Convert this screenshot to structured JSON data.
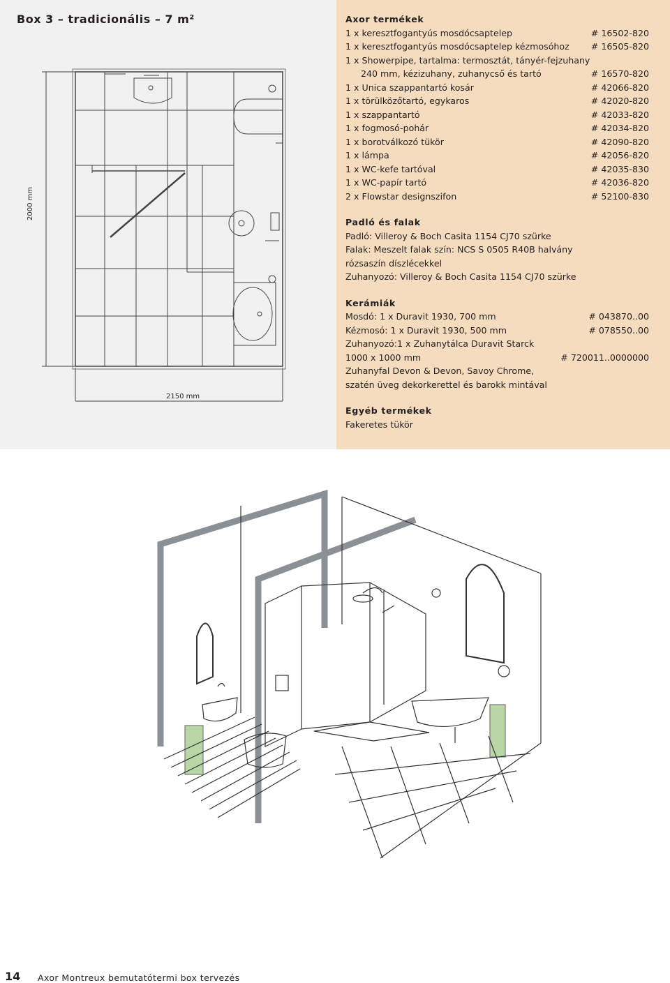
{
  "title": "Box 3 – tradicionális – 7 m²",
  "plan": {
    "height_label": "2000 mm",
    "width_label": "2150 mm"
  },
  "products": {
    "title": "Axor termékek",
    "items": [
      {
        "text": "1 x keresztfogantyús mosdócsaptelep",
        "code": "# 16502-820"
      },
      {
        "text": "1 x keresztfogantyús mosdócsaptelep kézmosóhoz",
        "code": "# 16505-820"
      },
      {
        "text": "1 x Showerpipe, tartalma: termosztát, tányér-fejzuhany",
        "code": ""
      },
      {
        "text": "240 mm, kézizuhany, zuhanycső és tartó",
        "code": "# 16570-820",
        "indent": true
      },
      {
        "text": "1 x Unica szappantartó kosár",
        "code": "# 42066-820"
      },
      {
        "text": "1 x törülközőtartó, egykaros",
        "code": "# 42020-820"
      },
      {
        "text": "1 x szappantartó",
        "code": "# 42033-820"
      },
      {
        "text": "1 x fogmosó-pohár",
        "code": "# 42034-820"
      },
      {
        "text": "1 x borotválkozó tükör",
        "code": "# 42090-820"
      },
      {
        "text": "1 x lámpa",
        "code": "# 42056-820"
      },
      {
        "text": "1 x WC-kefe tartóval",
        "code": "# 42035-830"
      },
      {
        "text": "1 x WC-papír tartó",
        "code": "# 42036-820"
      },
      {
        "text": "2 x Flowstar designszifon",
        "code": "# 52100-830"
      }
    ]
  },
  "floor_walls": {
    "title": "Padló és falak",
    "lines": [
      "Padló: Villeroy & Boch Casita 1154 CJ70 szürke",
      "Falak: Meszelt falak szín: NCS S 0505 R40B halvány",
      "rózsaszín díszlécekkel",
      "Zuhanyozó: Villeroy & Boch Casita 1154 CJ70 szürke"
    ]
  },
  "ceramics": {
    "title": "Kerámiák",
    "items": [
      {
        "text": "Mosdó: 1 x Duravit 1930, 700 mm",
        "code": "# 043870..00"
      },
      {
        "text": "Kézmosó: 1 x Duravit 1930, 500 mm",
        "code": "# 078550..00"
      },
      {
        "text": "Zuhanyozó:1 x Zuhanytálca Duravit Starck",
        "code": ""
      },
      {
        "text": "1000 x 1000 mm",
        "code": "# 720011..0000000"
      },
      {
        "text": "Zuhanyfal Devon & Devon, Savoy Chrome,",
        "code": ""
      },
      {
        "text": "szatén üveg dekorkerettel és barokk mintával",
        "code": ""
      }
    ]
  },
  "other": {
    "title": "Egyéb termékek",
    "lines": [
      "Fakeretes tükör"
    ]
  },
  "footer": {
    "page_number": "14",
    "text": "Axor Montreux bemutatótermi box tervezés"
  },
  "colors": {
    "panel": "#f5dcbe",
    "plan_bg": "#f1f1f1",
    "towel": "#b9d6a6",
    "wall_edge": "#8b8f96"
  }
}
